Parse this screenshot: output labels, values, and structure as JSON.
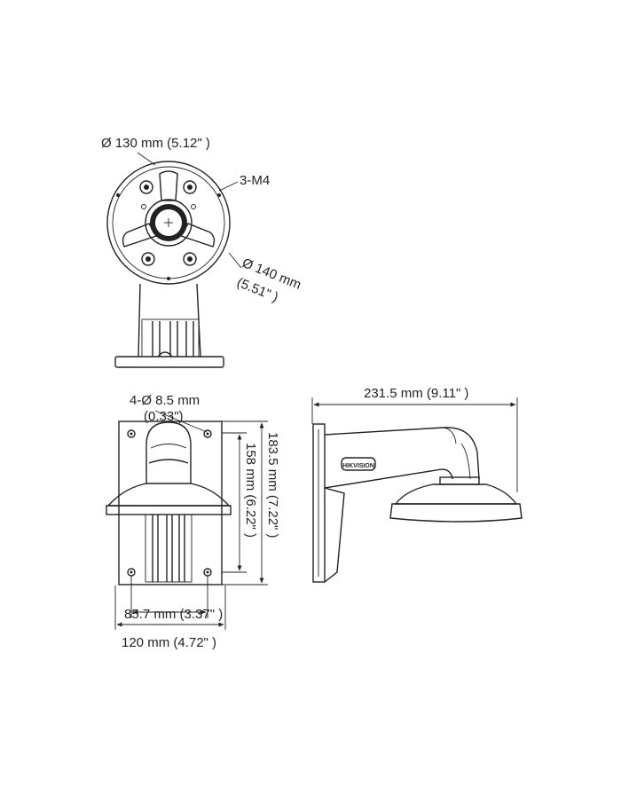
{
  "top_view": {
    "dia_130": "Ø 130 mm (5.12\" )",
    "screws": "3-M4",
    "dia_140_line1": "Ø 140 mm",
    "dia_140_line2": "(5.51\" )"
  },
  "front_view": {
    "holes_line1": "4-Ø 8.5 mm",
    "holes_line2": "(0.33\")",
    "height_183": "183.5 mm (7.22\" )",
    "height_158": "158 mm (6.22\" )",
    "width_85": "85.7 mm (3.37\" )",
    "width_120": "120 mm (4.72\" )"
  },
  "side_view": {
    "length_231": "231.5 mm (9.11\" )",
    "brand_logo": "HIKVISION"
  }
}
